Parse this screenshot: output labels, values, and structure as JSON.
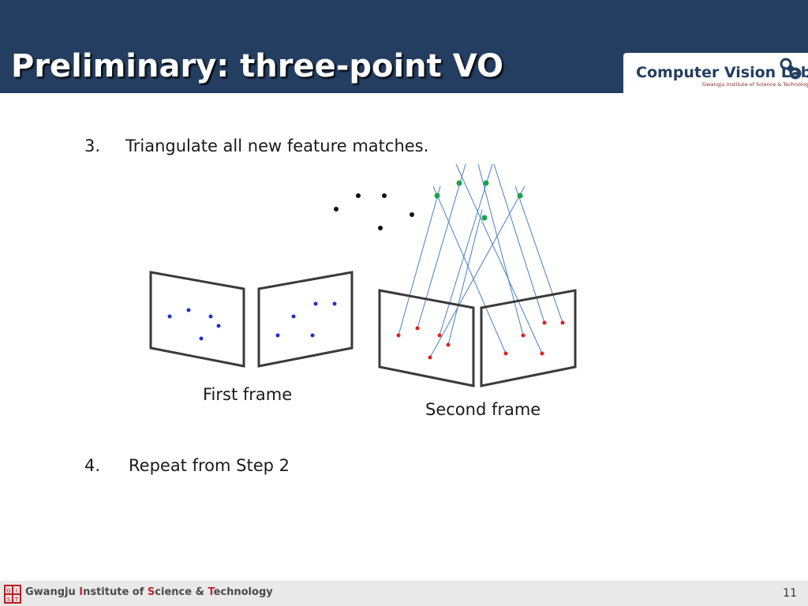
{
  "slide": {
    "title": "Preliminary: three-point VO",
    "page_number": "11"
  },
  "header_logo": {
    "name": "Computer Vision Lab.",
    "subtitle": "Gwangju Institute of Science & Technology",
    "icon": "camera-robot-icon"
  },
  "steps": [
    {
      "number": "3.",
      "text": "Triangulate all new feature matches."
    },
    {
      "number": "4.",
      "text": "Repeat from Step 2"
    }
  ],
  "diagram": {
    "first_frame_label": "First frame",
    "second_frame_label": "Second frame",
    "colors": {
      "frame_outline": "#3a3a3a",
      "first_frame_points": "#1f2fd6",
      "second_frame_points": "#e02020",
      "triangulated_points": "#1aa34a",
      "existing_points": "#111111",
      "rays": "#4a7fc1"
    }
  },
  "footer": {
    "org_parts": [
      {
        "text": "Gwangju ",
        "highlight": false
      },
      {
        "text": "I",
        "highlight": true
      },
      {
        "text": "nstitute of ",
        "highlight": false
      },
      {
        "text": "S",
        "highlight": true
      },
      {
        "text": "cience & ",
        "highlight": false
      },
      {
        "text": "T",
        "highlight": true
      },
      {
        "text": "echnology",
        "highlight": false
      }
    ],
    "logo_letters": [
      "G",
      "I",
      "S",
      "T"
    ]
  }
}
